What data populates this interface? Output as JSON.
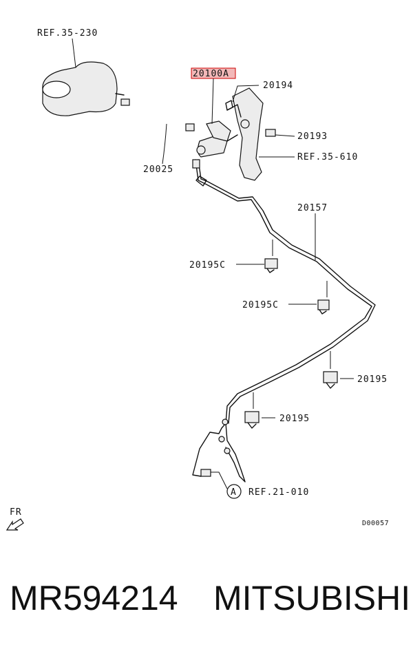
{
  "labels": {
    "ref_35_230": "REF.35-230",
    "part_20100A": "20100A",
    "part_20194": "20194",
    "part_20193": "20193",
    "ref_35_610": "REF.35-610",
    "part_20025": "20025",
    "part_20157": "20157",
    "part_20195C_1": "20195C",
    "part_20195C_2": "20195C",
    "part_20195_1": "20195",
    "part_20195_2": "20195",
    "callout_a": "A",
    "ref_21_010": "REF.21-010",
    "fr": "FR",
    "diagram_code": "D00057"
  },
  "footer": {
    "part_number": "MR594214",
    "brand": "MITSUBISHI"
  },
  "colors": {
    "highlight_fill": "#f2b8b8",
    "highlight_border": "#cc0000",
    "line": "#111111"
  }
}
